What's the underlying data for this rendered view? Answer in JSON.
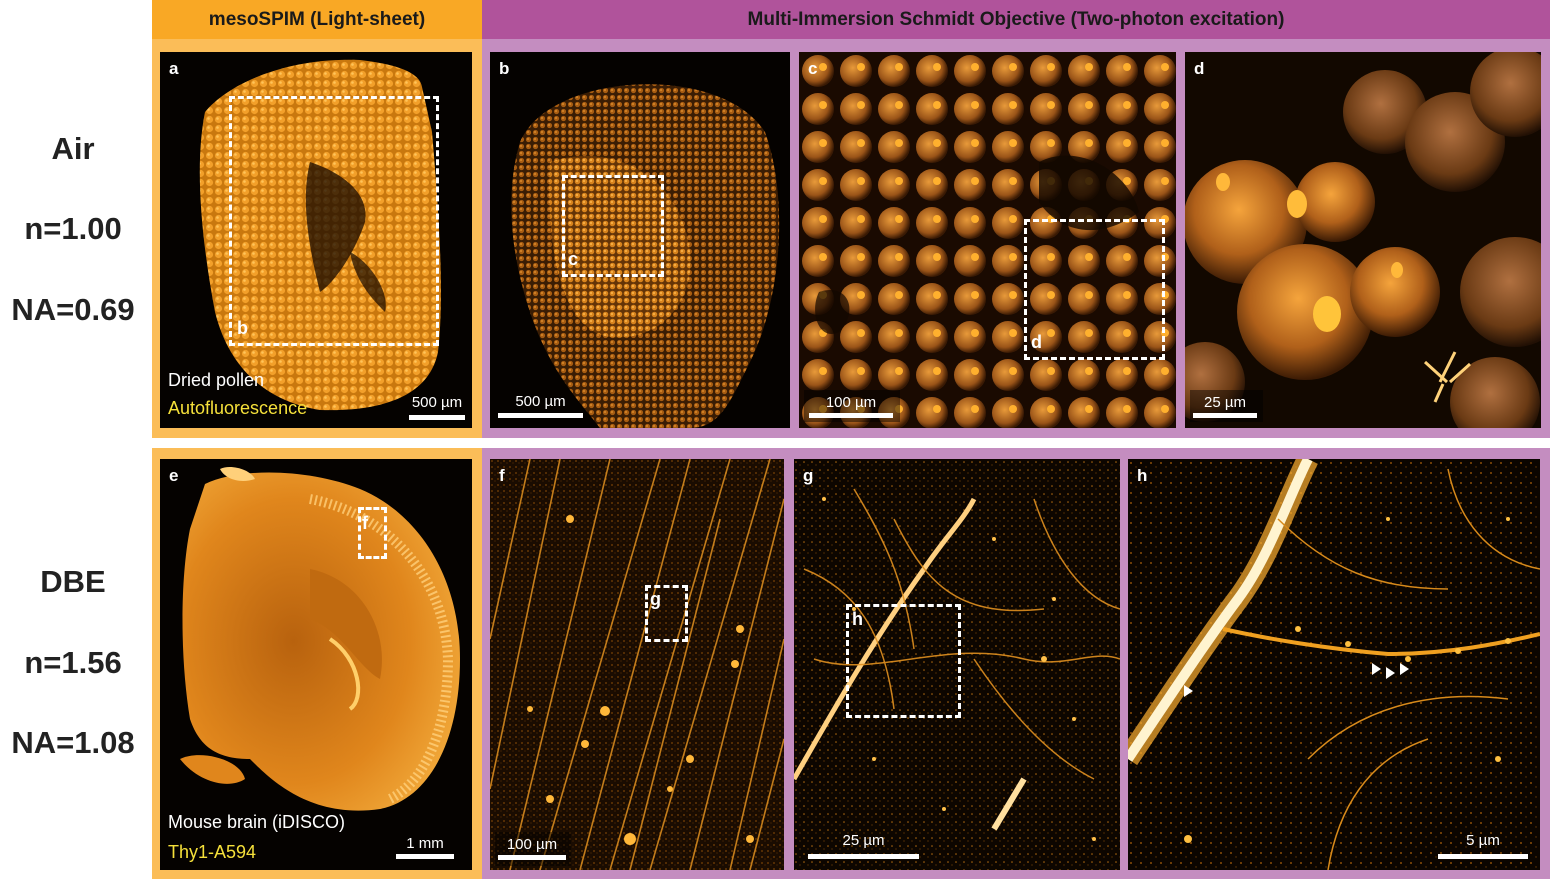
{
  "headers": {
    "left": "mesoSPIM (Light-sheet)",
    "right": "Multi-Immersion Schmidt Objective (Two-photon excitation)"
  },
  "rows": [
    {
      "medium": "Air",
      "n": "n=1.00",
      "na": "NA=0.69"
    },
    {
      "medium": "DBE",
      "n": "n=1.56",
      "na": "NA=1.08"
    }
  ],
  "panels": {
    "a": {
      "label": "a",
      "scalebar": "500 µm",
      "sample": "Dried pollen",
      "stain": "Autofluorescence",
      "inset": "b"
    },
    "b": {
      "label": "b",
      "scalebar": "500 µm",
      "inset": "c"
    },
    "c": {
      "label": "c",
      "scalebar": "100 µm",
      "inset": "d"
    },
    "d": {
      "label": "d",
      "scalebar": "25 µm"
    },
    "e": {
      "label": "e",
      "scalebar": "1 mm",
      "sample": "Mouse brain (iDISCO)",
      "stain": "Thy1-A594",
      "inset": "f"
    },
    "f": {
      "label": "f",
      "scalebar": "100 µm",
      "inset": "g"
    },
    "g": {
      "label": "g",
      "scalebar": "25 µm",
      "inset": "h"
    },
    "h": {
      "label": "h",
      "scalebar": "5 µm"
    }
  },
  "colors": {
    "mesospim_frame": "#fbbd58",
    "schmidt_frame": "#c48dc0",
    "mesospim_header": "#f9a825",
    "schmidt_header": "#b0539b",
    "fluorescence": "#f7a21a",
    "stain_text": "#f5e03a"
  }
}
